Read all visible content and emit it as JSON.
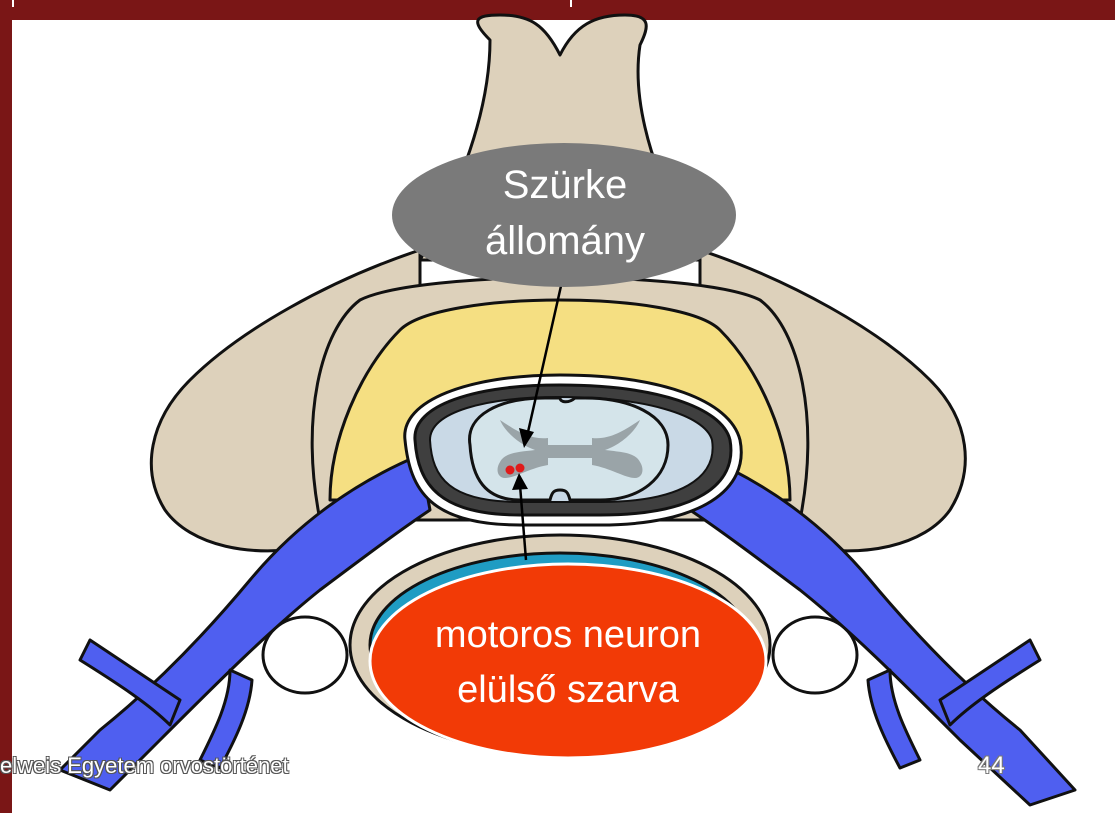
{
  "callouts": {
    "grey_matter": {
      "line1": "Szürke",
      "line2": "állomány",
      "fill": "#7a7a7a"
    },
    "motor_neuron": {
      "line1": "motoros neuron",
      "line2": "elülső szarva",
      "fill": "#f23a06"
    }
  },
  "footer": {
    "text": "elweis Egyetem orvostörténet",
    "page_number": "44"
  },
  "colors": {
    "frame": "#7a1616",
    "bone": "#ddd1bb",
    "fat": "#f5df82",
    "nerve": "#4f5ff0",
    "disc": "#1f9cc3",
    "cord": "#d4e4ea",
    "grey_matter": "#9aa4a8",
    "neuron_dots": "#e01a1a"
  }
}
